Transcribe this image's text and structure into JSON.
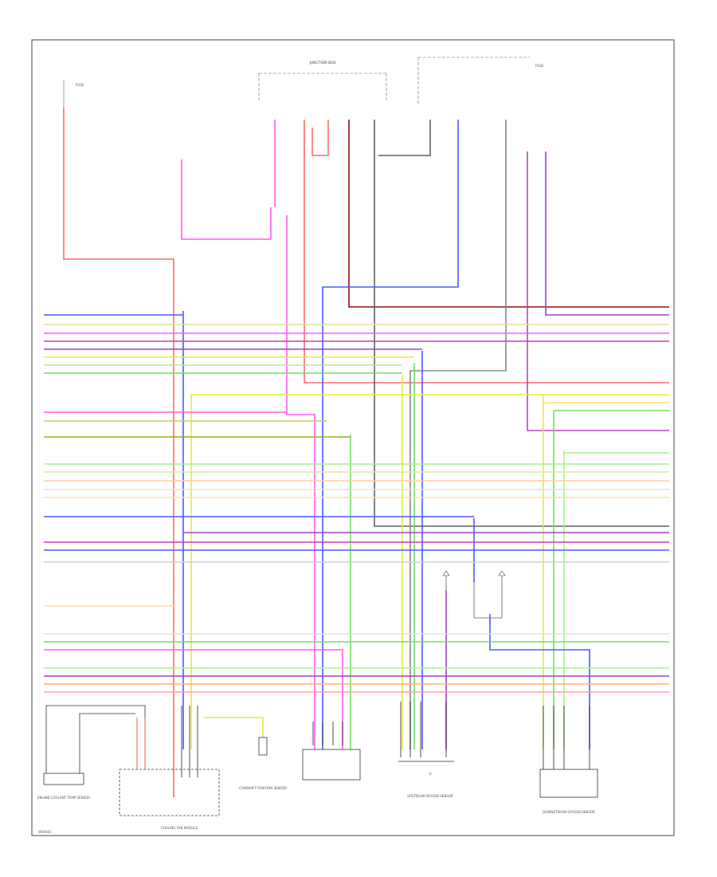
{
  "page_code": "W00001",
  "colors": {
    "red": "#ff6a6a",
    "pink": "#ff5cf0",
    "magenta": "#c040c0",
    "violet": "#a040c8",
    "blue": "#4a5cff",
    "yellow": "#e8e840",
    "green": "#70e060",
    "light_green": "#a8f090",
    "gray": "#606060",
    "light_gray": "#b8b8b8",
    "orange": "#ffb070",
    "dark_red": "#901010"
  },
  "components": {
    "junction_box": "JUNCTION BOX",
    "fuse_top_left": "FUSE",
    "fuse_top_right": "FUSE",
    "cooling_fan_module": "COOLING FAN MODULE",
    "coolant_temp_sensor": "ENGINE COOLANT TEMP SENSOR",
    "upper_oxygen_sensor": "UPSTREAM OXYGEN SENSOR",
    "lower_oxygen_sensor": "DOWNSTREAM OXYGEN SENSOR",
    "camshaft_sensor": "CAMSHAFT POSITION SENSOR",
    "g_label": "G"
  }
}
